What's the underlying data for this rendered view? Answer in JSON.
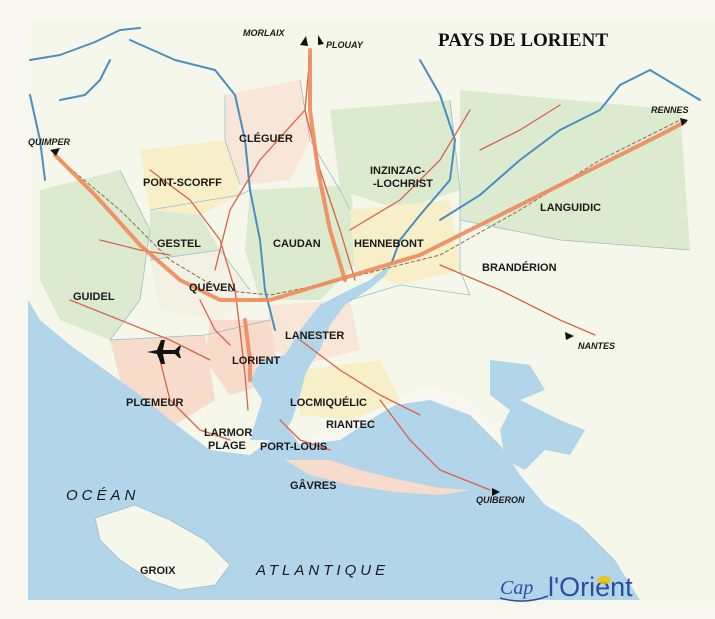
{
  "map": {
    "title": "PAYS DE LORIENT",
    "places": {
      "cleguer": "CLÉGUER",
      "pont_scorff": "PONT-SCORFF",
      "inzinzac_1": "INZINZAC-",
      "inzinzac_2": "-LOCHRIST",
      "languidic": "LANGUIDIC",
      "gestel": "GESTEL",
      "caudan": "CAUDAN",
      "hennebont": "HENNEBONT",
      "branderion": "BRANDÉRION",
      "guidel": "GUIDEL",
      "queven": "QUÉVEN",
      "lanester": "LANESTER",
      "lorient": "LORIENT",
      "ploemeur": "PLŒMEUR",
      "locmiquelic": "LOCMIQUÉLIC",
      "riantec": "RIANTEC",
      "larmor_1": "LARMOR",
      "larmor_2": "PLAGE",
      "port_louis": "PORT-LOUIS",
      "gavres": "GÂVRES",
      "groix": "GROIX"
    },
    "destinations": {
      "morlaix": "MORLAIX",
      "plouay": "PLOUAY",
      "quimper": "QUIMPER",
      "rennes": "RENNES",
      "nantes": "NANTES",
      "quiberon": "QUIBERON"
    },
    "sea": {
      "ocean": "OCÉAN",
      "atlantique": "ATLANTIQUE"
    },
    "logo": {
      "cap": "Cap",
      "orient": "l'Orient"
    },
    "colors": {
      "sea": "#b3d5ea",
      "land_pale": "#f4f7ea",
      "land_green": "#dcebcf",
      "land_yellow": "#f7efc8",
      "land_peach": "#f8dccb",
      "road": "#f08a5a",
      "river": "#4b8fc0",
      "logo": "#2b4fa0",
      "logo_accent": "#f2c300"
    },
    "icons": {
      "airport": "airplane-icon",
      "direction": "arrowhead-icon"
    }
  }
}
